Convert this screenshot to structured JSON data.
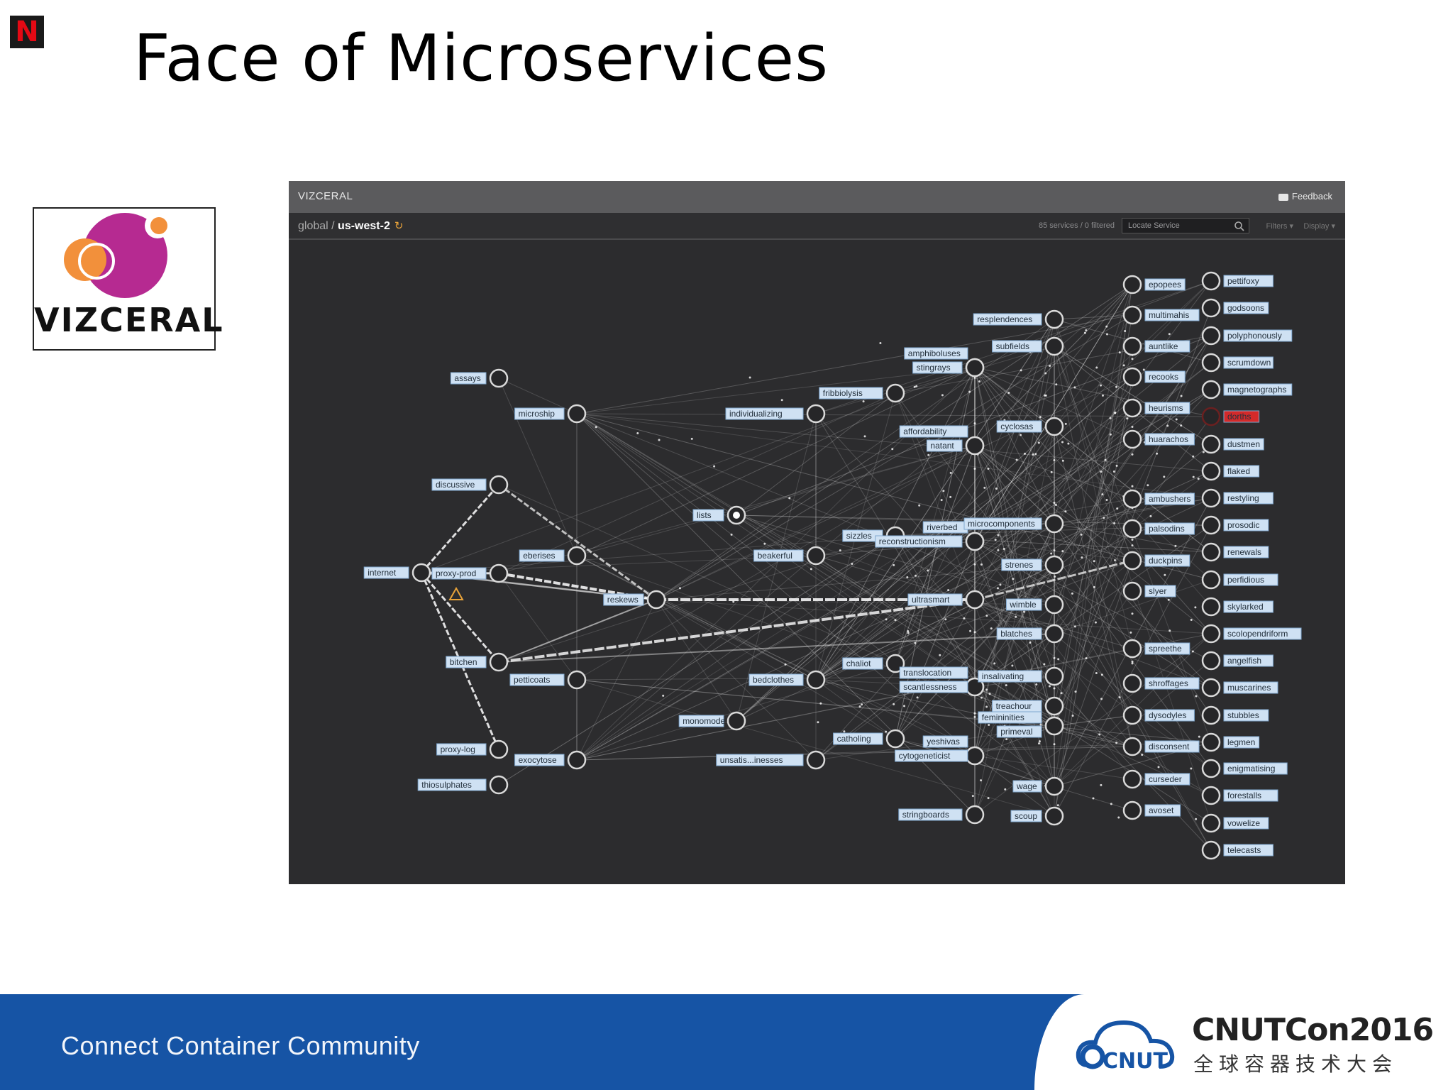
{
  "slide": {
    "title": "Face of Microservices",
    "netflix_logo": "N",
    "logo_text": "VIZCERAL"
  },
  "app": {
    "name": "VIZCERAL",
    "feedback_label": "Feedback",
    "breadcrumb_root": "global",
    "breadcrumb_sep": " / ",
    "breadcrumb_current": "us-west-2",
    "service_count": "85 services / 0 filtered",
    "locate_placeholder": "Locate Service",
    "filters_label": "Filters ▾",
    "display_label": "Display ▾"
  },
  "graph": {
    "nodes": [
      {
        "name": "internet"
      },
      {
        "name": "assays"
      },
      {
        "name": "discussive"
      },
      {
        "name": "proxy-prod"
      },
      {
        "name": "bitchen"
      },
      {
        "name": "proxy-log"
      },
      {
        "name": "thiosulphates"
      },
      {
        "name": "microship"
      },
      {
        "name": "eberises"
      },
      {
        "name": "petticoats"
      },
      {
        "name": "exocytose"
      },
      {
        "name": "reskews"
      },
      {
        "name": "lists"
      },
      {
        "name": "monomode"
      },
      {
        "name": "individualizing"
      },
      {
        "name": "beakerful"
      },
      {
        "name": "bedclothes"
      },
      {
        "name": "unsatis...inesses"
      },
      {
        "name": "fribbiolysis"
      },
      {
        "name": "sizzles"
      },
      {
        "name": "chaliot"
      },
      {
        "name": "catholing"
      },
      {
        "name": "amphiboluses"
      },
      {
        "name": "stingrays"
      },
      {
        "name": "affordability"
      },
      {
        "name": "natant"
      },
      {
        "name": "riverbed"
      },
      {
        "name": "reconstructionism"
      },
      {
        "name": "ultrasmart"
      },
      {
        "name": "translocation"
      },
      {
        "name": "scantlessness"
      },
      {
        "name": "yeshivas"
      },
      {
        "name": "cytogeneticist"
      },
      {
        "name": "stringboards"
      },
      {
        "name": "resplendences"
      },
      {
        "name": "subfields"
      },
      {
        "name": "cyclosas"
      },
      {
        "name": "microcomponents"
      },
      {
        "name": "strenes"
      },
      {
        "name": "wimble"
      },
      {
        "name": "blatches"
      },
      {
        "name": "insalivating"
      },
      {
        "name": "treachour"
      },
      {
        "name": "femininities"
      },
      {
        "name": "primeval"
      },
      {
        "name": "wage"
      },
      {
        "name": "scoup"
      },
      {
        "name": "epopees"
      },
      {
        "name": "multimahis"
      },
      {
        "name": "auntlike"
      },
      {
        "name": "recooks"
      },
      {
        "name": "heurisms"
      },
      {
        "name": "huarachos"
      },
      {
        "name": "ambushers"
      },
      {
        "name": "palsodins"
      },
      {
        "name": "duckpins"
      },
      {
        "name": "slyer"
      },
      {
        "name": "spreethe"
      },
      {
        "name": "shroffages"
      },
      {
        "name": "dysodyles"
      },
      {
        "name": "disconsent"
      },
      {
        "name": "curseder"
      },
      {
        "name": "avoset"
      },
      {
        "name": "pettifoxy"
      },
      {
        "name": "godsoons"
      },
      {
        "name": "polyphonously"
      },
      {
        "name": "scrumdown"
      },
      {
        "name": "magnetographs"
      },
      {
        "name": "dorths",
        "alert": true
      },
      {
        "name": "dustmen"
      },
      {
        "name": "flaked"
      },
      {
        "name": "restyling"
      },
      {
        "name": "prosodic"
      },
      {
        "name": "renewals"
      },
      {
        "name": "perfidious"
      },
      {
        "name": "skylarked"
      },
      {
        "name": "scolopendriform"
      },
      {
        "name": "angelfish"
      },
      {
        "name": "muscarines"
      },
      {
        "name": "stubbles"
      },
      {
        "name": "legmen"
      },
      {
        "name": "enigmatising"
      },
      {
        "name": "forestalls"
      },
      {
        "name": "vowelize"
      },
      {
        "name": "telecasts"
      }
    ]
  },
  "footer": {
    "tagline": "Connect Container Community",
    "conf_name": "CNUTCon2016",
    "conf_sub": "全球容器技术大会",
    "cnut_logo": "CNUT"
  },
  "colors": {
    "footer_blue": "#1654a5",
    "app_bg": "#2c2c2e",
    "label_bg": "#cfe1f3",
    "alert_red": "#d42a2a",
    "warning_orange": "#e8a33a"
  }
}
